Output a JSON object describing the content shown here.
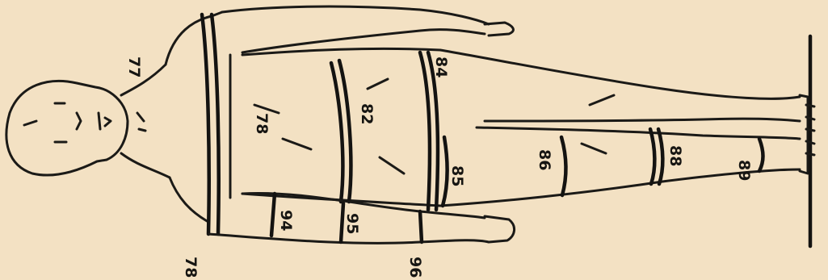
{
  "figure": {
    "labels": {
      "neck": "77",
      "chest": "78",
      "waist": "82",
      "hip": "84",
      "thigh_upper": "85",
      "knee": "86",
      "calf": "88",
      "ankle": "89",
      "upper_arm": "94",
      "forearm": "95",
      "wrist": "96",
      "shoulder": "78"
    },
    "colors": {
      "paper": "#f3e1c3",
      "ink": "#1b1a17"
    }
  }
}
